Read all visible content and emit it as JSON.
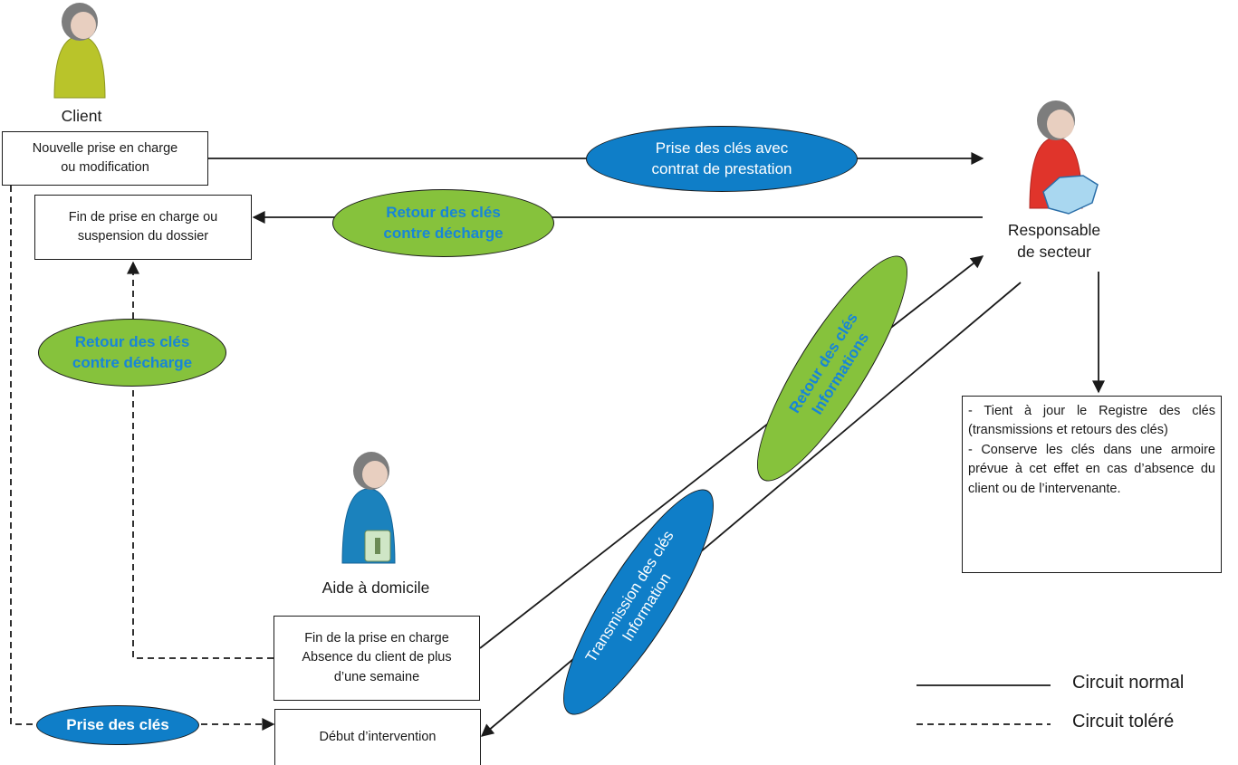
{
  "colors": {
    "line": "#1a1a1a",
    "blue_ellipse": "#0f7ec8",
    "green_ellipse": "#86c23c",
    "green_text": "#1785d8",
    "client_body": "#b9c42a",
    "responsable_body": "#e0342b",
    "aide_body": "#1b82bd",
    "hair": "#7d7d7d"
  },
  "actors": {
    "client": "Client",
    "responsable": "Responsable\nde secteur",
    "aide": "Aide à domicile"
  },
  "boxes": {
    "nouvelle": "Nouvelle prise en charge\nou modification",
    "fin_prise": "Fin de prise en charge ou\nsuspension du dossier",
    "fin_la_prise": "Fin de la prise en charge\nAbsence du client de plus\nd’une semaine",
    "debut": "Début d’intervention"
  },
  "note": {
    "line1": "- Tient à jour le Registre des clés (transmissions et retours des clés)",
    "line2": "- Conserve les clés dans une armoire prévue à cet effet en cas d’absence du client ou de l’intervenante."
  },
  "ellipses": {
    "prise_contrat": "Prise des clés avec\ncontrat de prestation",
    "retour_top": "Retour des clés\ncontre décharge",
    "retour_left": "Retour des clés\ncontre décharge",
    "retour_diag": "Retour des clés\nInformations",
    "transmission": "Transmission des clés\nInformation",
    "prise_bottom": "Prise des clés"
  },
  "legend": {
    "normal": "Circuit normal",
    "tolere": "Circuit toléré"
  }
}
